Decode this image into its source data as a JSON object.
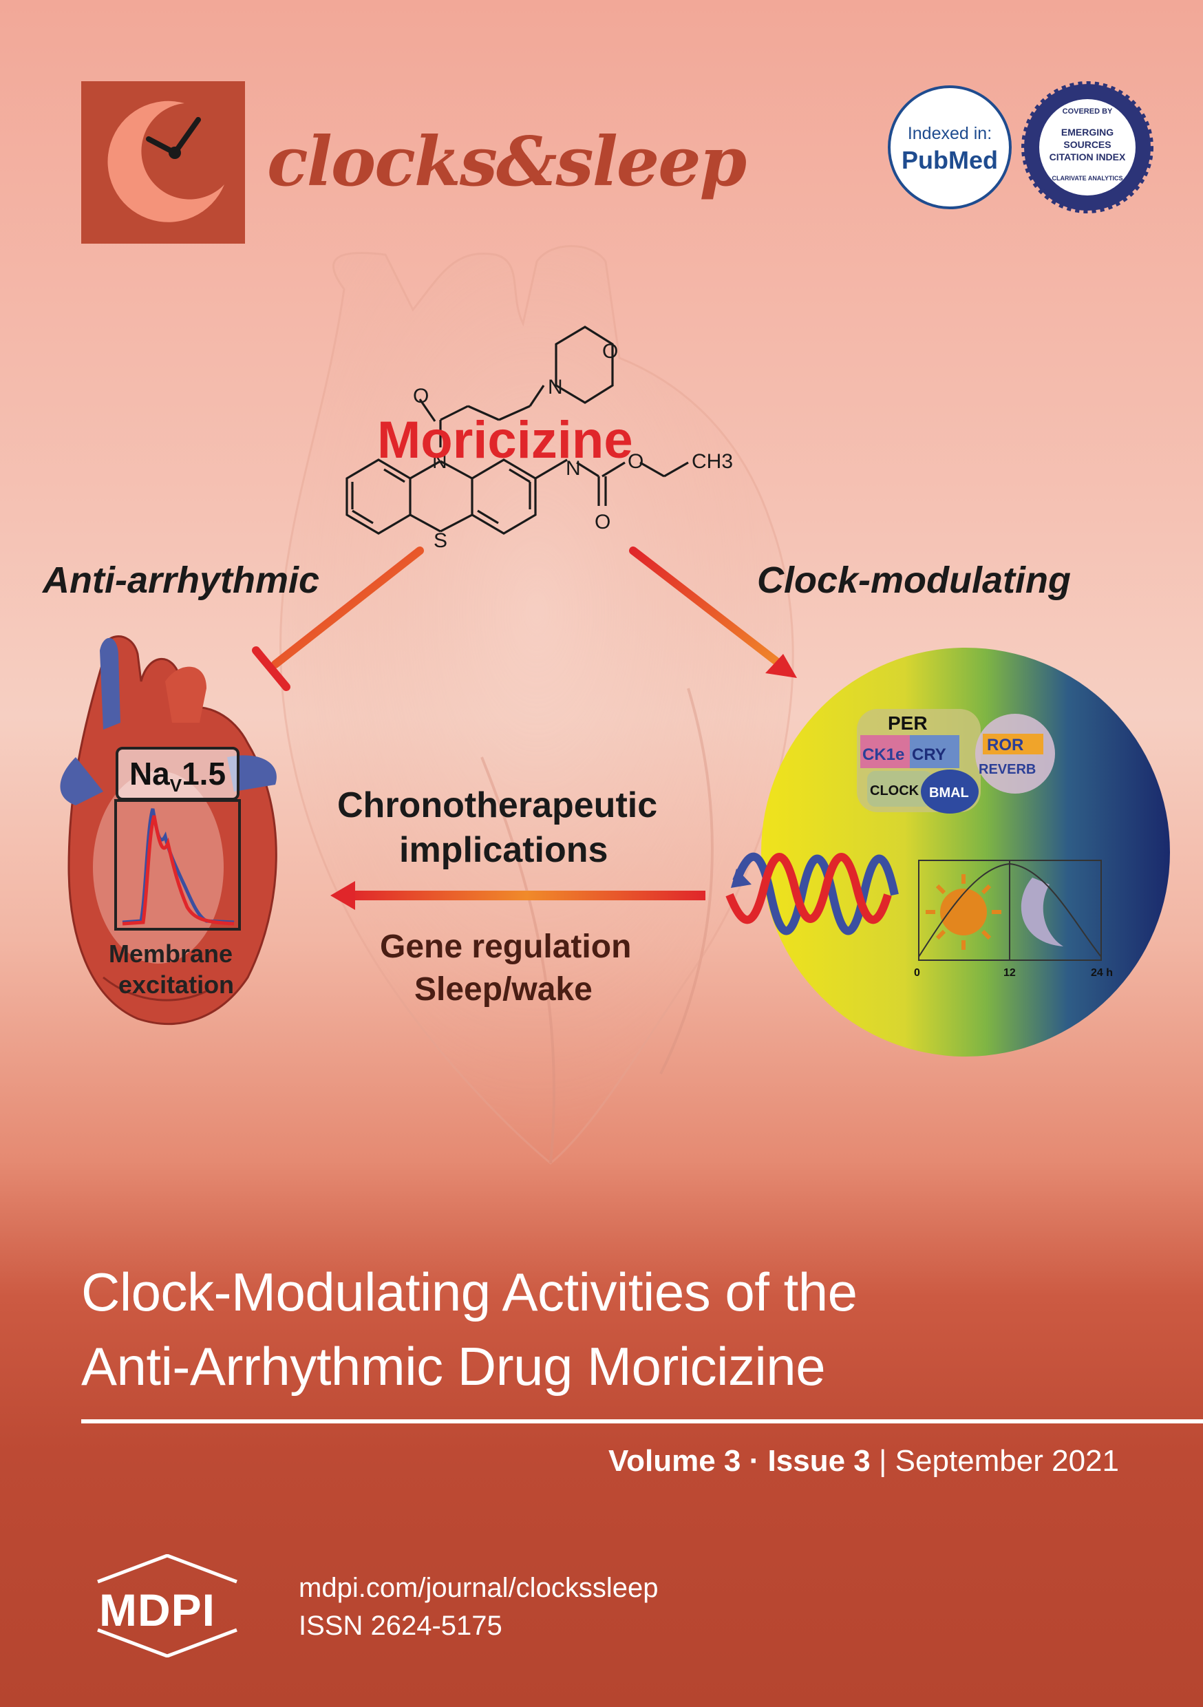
{
  "journal": {
    "name": "clocks&sleep",
    "logo_icon": "clock-moon-icon",
    "brand_color": "#bc4a34"
  },
  "badges": {
    "pubmed_line1": "Indexed in:",
    "pubmed_line2": "PubMed",
    "esci_top": "COVERED BY",
    "esci_line1": "EMERGING",
    "esci_line2": "SOURCES",
    "esci_line3": "CITATION INDEX",
    "esci_bottom": "CLARIVATE ANALYTICS"
  },
  "graphic": {
    "drug_name": "Moricizine",
    "left_effect": "Anti-arrhythmic",
    "right_effect": "Clock-modulating",
    "channel_main": "Na",
    "channel_sub": "V",
    "channel_suffix": "1.5",
    "left_caption_1": "Membrane",
    "left_caption_2": "excitation",
    "center_line1": "Chronotherapeutic",
    "center_line2": "implications",
    "center_line3": "Gene regulation",
    "center_line4": "Sleep/wake",
    "chem_ch3": "CH3",
    "chem_O_labels": [
      "O",
      "O",
      "O",
      "O"
    ],
    "chem_N_labels": [
      "N",
      "N",
      "N"
    ],
    "chem_S_label": "S",
    "clock_genes": [
      "PER",
      "CK1e",
      "CRY",
      "CLOCK",
      "BMAL",
      "ROR",
      "REVERB"
    ],
    "axis_ticks": [
      "0",
      "12",
      "24 h"
    ]
  },
  "article": {
    "title_line1": "Clock-Modulating Activities of the",
    "title_line2": "Anti-Arrhythmic Drug Moricizine"
  },
  "issue": {
    "volume": "Volume 3",
    "separator": "·",
    "issue": "Issue 3",
    "divider": "|",
    "date": "September 2021"
  },
  "footer": {
    "publisher": "MDPI",
    "url": "mdpi.com/journal/clockssleep",
    "issn": "ISSN 2624-5175"
  }
}
